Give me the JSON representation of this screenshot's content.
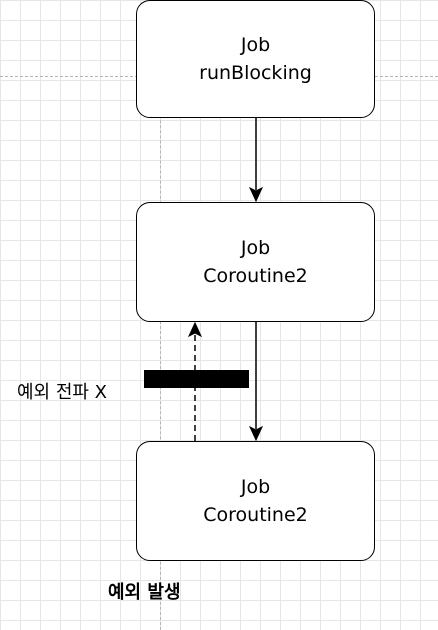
{
  "nodes": [
    {
      "line1": "Job",
      "line2": "runBlocking"
    },
    {
      "line1": "Job",
      "line2": "Coroutine2"
    },
    {
      "line1": "Job",
      "line2": "Coroutine2"
    }
  ],
  "labels": {
    "propagation_blocked": "예외 전파 X",
    "exception_occurred": "예외 발생"
  },
  "colors": {
    "stroke": "#000000",
    "grid": "#e6e6e6",
    "guide": "#b5b5b5",
    "background": "#ffffff"
  }
}
